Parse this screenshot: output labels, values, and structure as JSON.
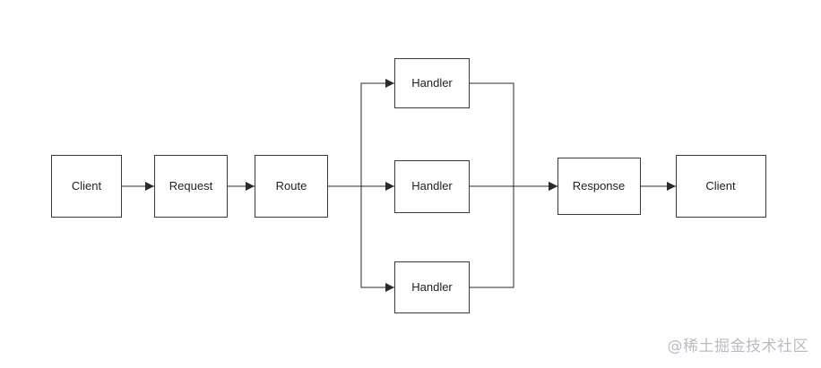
{
  "nodes": {
    "client_in": "Client",
    "request": "Request",
    "route": "Route",
    "handler_top": "Handler",
    "handler_middle": "Handler",
    "handler_bottom": "Handler",
    "response": "Response",
    "client_out": "Client"
  },
  "edges": [
    {
      "from": "client_in",
      "to": "request"
    },
    {
      "from": "request",
      "to": "route"
    },
    {
      "from": "route",
      "to": "handler_top"
    },
    {
      "from": "route",
      "to": "handler_middle"
    },
    {
      "from": "route",
      "to": "handler_bottom"
    },
    {
      "from": "handler_top",
      "to": "response"
    },
    {
      "from": "handler_middle",
      "to": "response"
    },
    {
      "from": "handler_bottom",
      "to": "response"
    },
    {
      "from": "response",
      "to": "client_out"
    }
  ],
  "colors": {
    "stroke": "#3a3a3a",
    "text": "#222222",
    "watermark": "#b7bcc4"
  },
  "watermark": "@稀土掘金技术社区"
}
